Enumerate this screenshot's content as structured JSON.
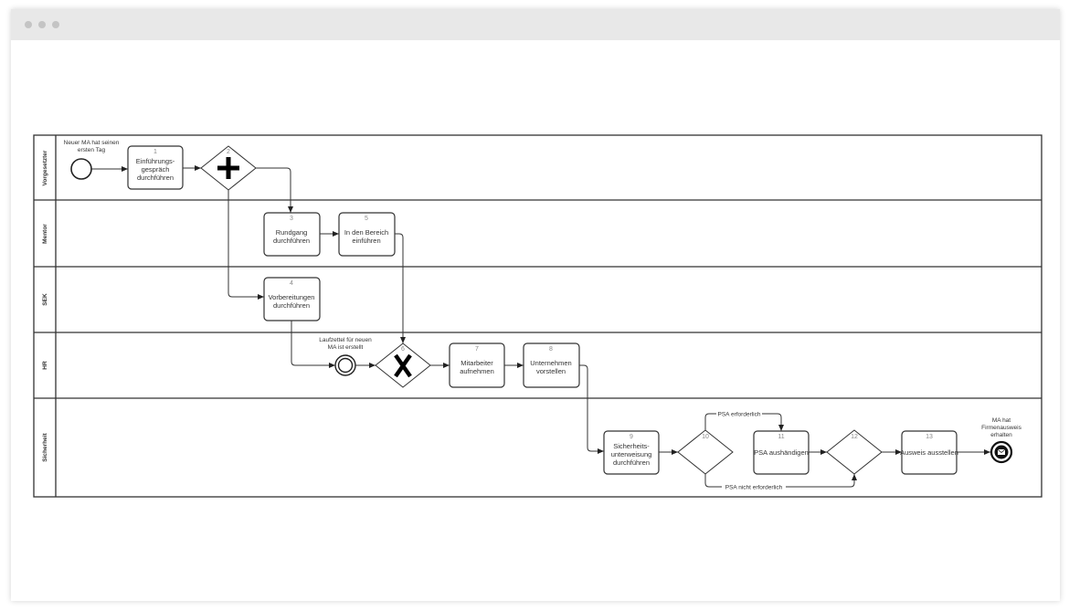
{
  "window": {
    "controls": [
      "close",
      "minimize",
      "maximize"
    ]
  },
  "lanes": [
    "Vorgesetzter",
    "Mentor",
    "SEK",
    "HR",
    "Sicherheit"
  ],
  "events": {
    "start": {
      "label": [
        "Neuer MA hat seinen",
        "ersten Tag"
      ]
    },
    "intermediate": {
      "label": [
        "Laufzettel für neuen",
        "MA ist erstellt"
      ]
    },
    "end": {
      "label": [
        "MA hat",
        "Firmenausweis",
        "erhalten"
      ],
      "icon": "envelope-icon"
    }
  },
  "tasks": {
    "t1": {
      "num": "1",
      "lines": [
        "Einführungs-",
        "gespräch",
        "durchführen"
      ]
    },
    "t3": {
      "num": "3",
      "lines": [
        "Rundgang",
        "durchführen"
      ]
    },
    "t5": {
      "num": "5",
      "lines": [
        "In den Bereich",
        "einführen"
      ]
    },
    "t4": {
      "num": "4",
      "lines": [
        "Vorbereitungen",
        "durchführen"
      ]
    },
    "t7": {
      "num": "7",
      "lines": [
        "Mitarbeiter",
        "aufnehmen"
      ]
    },
    "t8": {
      "num": "8",
      "lines": [
        "Unternehmen",
        "vorstellen"
      ]
    },
    "t9": {
      "num": "9",
      "lines": [
        "Sicherheits-",
        "unterweisung",
        "durchführen"
      ]
    },
    "t11": {
      "num": "11",
      "lines": [
        "PSA aushändigen"
      ]
    },
    "t13": {
      "num": "13",
      "lines": [
        "Ausweis ausstellen"
      ]
    }
  },
  "gateways": {
    "g2": {
      "num": "2",
      "type": "parallel"
    },
    "g6": {
      "num": "6",
      "type": "exclusive"
    },
    "g10": {
      "num": "10",
      "type": "plain"
    },
    "g12": {
      "num": "12",
      "type": "plain"
    }
  },
  "flows": {
    "psa_required": "PSA erforderlich",
    "psa_not_required": "PSA nicht erforderlich"
  }
}
